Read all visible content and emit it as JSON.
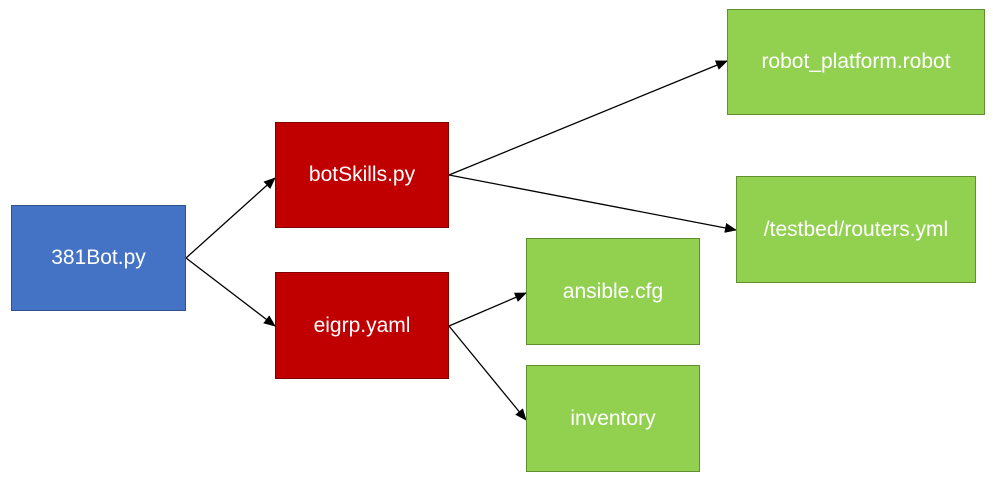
{
  "nodes": {
    "bot": {
      "label": "381Bot.py",
      "color": "#4472c4"
    },
    "skills": {
      "label": "botSkills.py",
      "color": "#c00000"
    },
    "eigrp": {
      "label": "eigrp.yaml",
      "color": "#c00000"
    },
    "robot": {
      "label": "robot_platform.robot",
      "color": "#92d050"
    },
    "routers": {
      "label": "/testbed/routers.yml",
      "color": "#92d050"
    },
    "ansible": {
      "label": "ansible.cfg",
      "color": "#92d050"
    },
    "inventory": {
      "label": "inventory",
      "color": "#92d050"
    }
  },
  "edges": [
    {
      "from": "bot",
      "to": "skills"
    },
    {
      "from": "bot",
      "to": "eigrp"
    },
    {
      "from": "skills",
      "to": "robot"
    },
    {
      "from": "skills",
      "to": "routers"
    },
    {
      "from": "eigrp",
      "to": "ansible"
    },
    {
      "from": "eigrp",
      "to": "inventory"
    }
  ]
}
